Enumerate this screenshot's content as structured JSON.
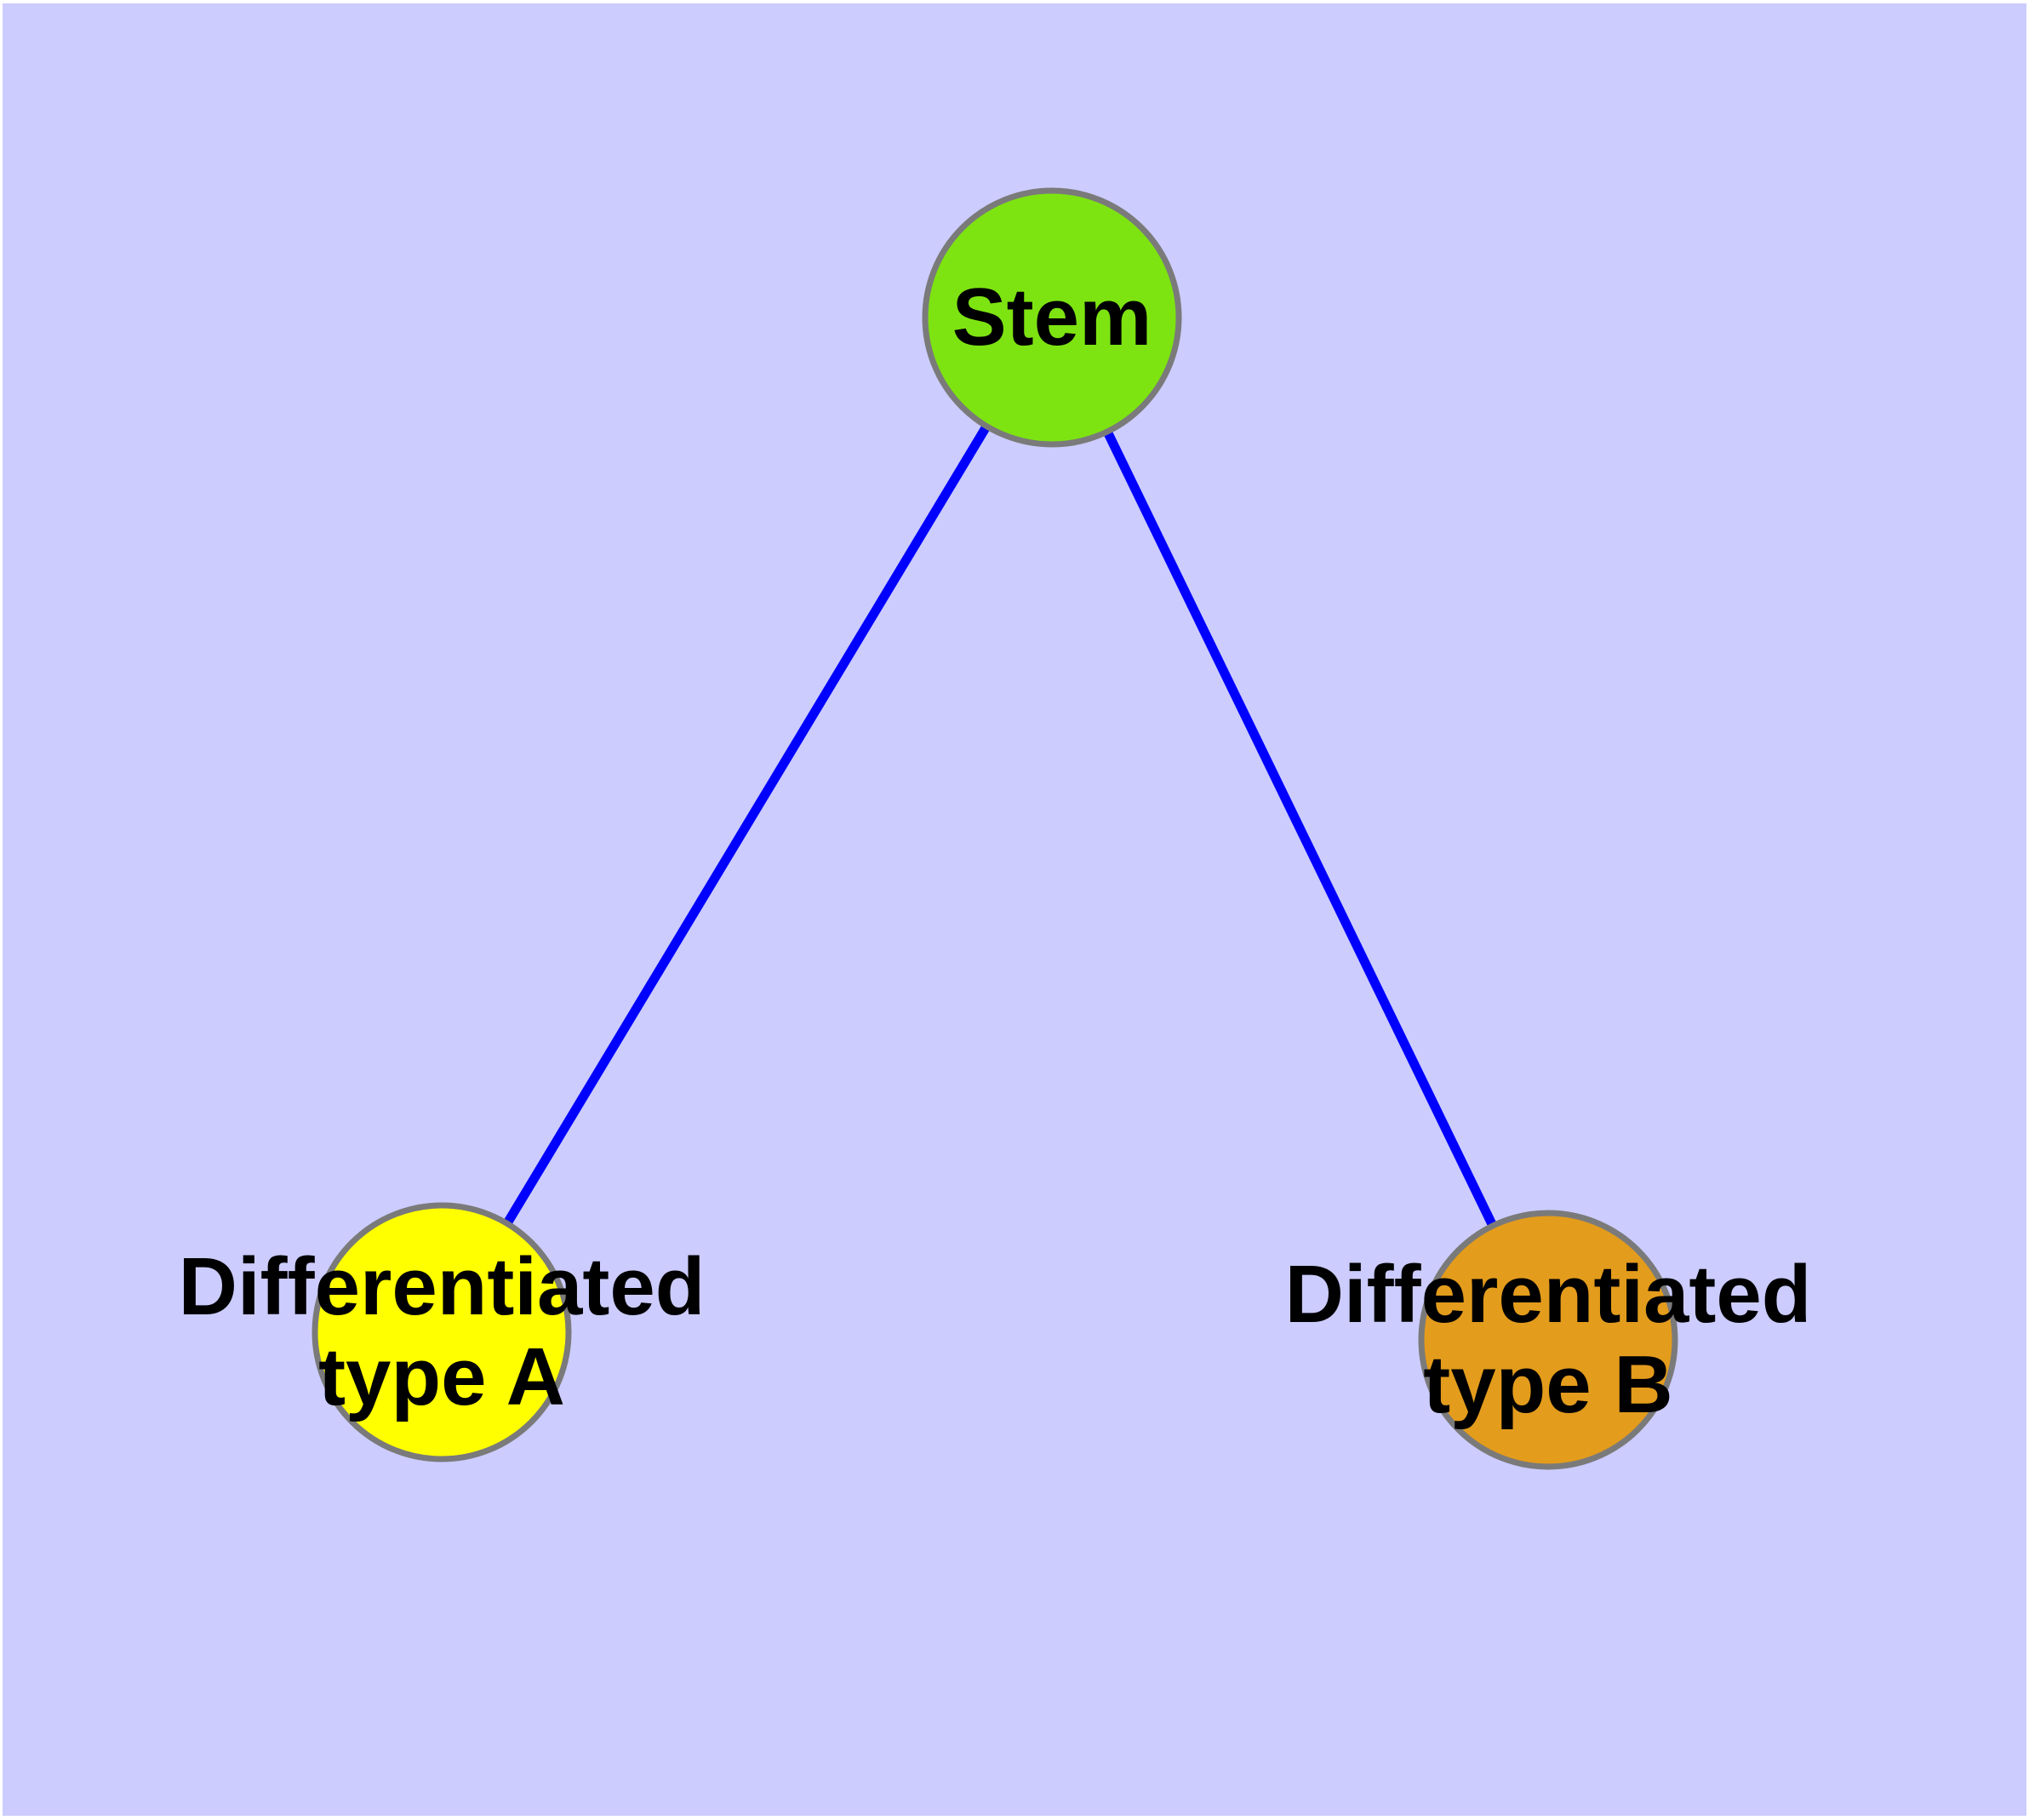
{
  "diagram": {
    "type": "graph",
    "description": "Stem cell differentiation graph with one root node and two child nodes",
    "background_color": "#CCCCFF",
    "margin_color": "#FFFFFF",
    "edge_color": "#0000FF",
    "node_border_color": "#7A7A7A",
    "label_color": "#000000",
    "nodes": [
      {
        "id": "stem",
        "label": "Stem",
        "fill": "#7DE411"
      },
      {
        "id": "differentiated-type-a",
        "label_line1": "Differentiated",
        "label_line2": "type A",
        "fill": "#FFFF00"
      },
      {
        "id": "differentiated-type-b",
        "label_line1": "Differentiated",
        "label_line2": "type B",
        "fill": "#E39C1C"
      }
    ],
    "edges": [
      {
        "from": "Stem",
        "to": "Differentiated type A"
      },
      {
        "from": "Stem",
        "to": "Differentiated type B"
      }
    ]
  }
}
